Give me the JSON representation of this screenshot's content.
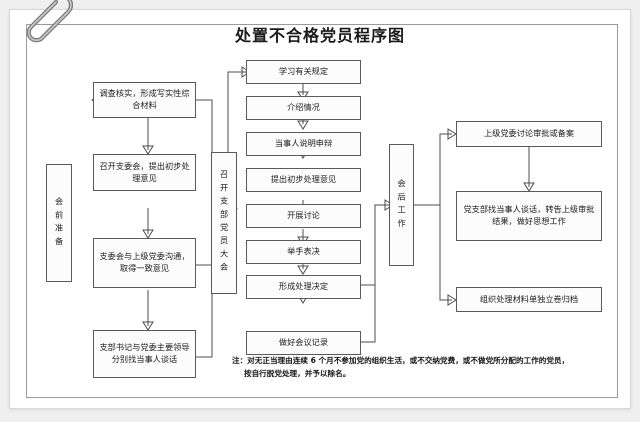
{
  "document": {
    "title": "处置不合格党员程序图",
    "paperclip_icon": "paperclip-icon"
  },
  "stages": [
    {
      "id": "stage-pre-meeting",
      "label": "会前准备",
      "orientation": "vertical"
    },
    {
      "id": "stage-branch-meeting",
      "label": "召开支部党员大会",
      "orientation": "vertical"
    },
    {
      "id": "stage-post-meeting",
      "label": "会后工作",
      "orientation": "vertical"
    }
  ],
  "pre_meeting_steps": [
    {
      "id": "step-investigate",
      "label": "调查核实，形成写实性综合材料"
    },
    {
      "id": "step-branch-committee",
      "label": "召开支委会，提出初步处理意见"
    },
    {
      "id": "step-communicate-upper",
      "label": "支委会与上级党委沟通，取得一致意见"
    },
    {
      "id": "step-secretary-talk",
      "label": "支部书记与党委主要领导分别找当事人谈话"
    }
  ],
  "meeting_steps": [
    {
      "id": "step-study-rules",
      "label": "学习有关规定"
    },
    {
      "id": "step-introduce",
      "label": "介绍情况"
    },
    {
      "id": "step-defense",
      "label": "当事人说明申辩"
    },
    {
      "id": "step-propose-opinion",
      "label": "提出初步处理意见"
    },
    {
      "id": "step-discussion",
      "label": "开展讨论"
    },
    {
      "id": "step-vote",
      "label": "举手表决"
    },
    {
      "id": "step-decision",
      "label": "形成处理决定"
    },
    {
      "id": "step-minutes",
      "label": "做好会议记录"
    }
  ],
  "post_meeting_steps": [
    {
      "id": "step-upper-approval",
      "label": "上级党委讨论审批或备案"
    },
    {
      "id": "step-inform-person",
      "label": "党支部找当事人谈话，转告上级审批结果，做好思想工作"
    },
    {
      "id": "step-archive",
      "label": "组织处理材料单独立卷归档"
    }
  ],
  "footnote": {
    "line1": "注：对无正当理由连续 6 个月不参加党的组织生活，或不交纳党费，或不做党所分配的工作的党员，",
    "line2": "按自行脱党处理，并予以除名。"
  },
  "colors": {
    "page_background": "#efefef",
    "card_background": "#ffffff",
    "box_border": "#5a5a5a",
    "frame_border": "#9a9a9a",
    "text": "#1d1d1d"
  }
}
